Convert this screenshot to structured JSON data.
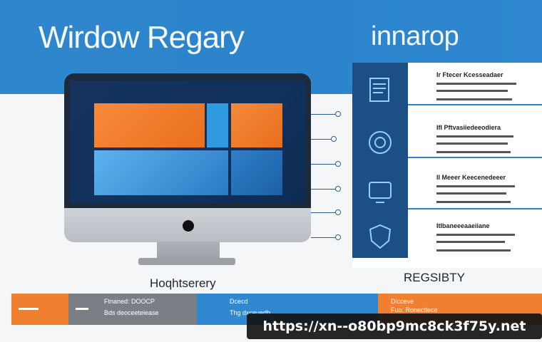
{
  "header": {
    "title": "Wirdow Regary",
    "subtitle": "innarop",
    "color": "#2f86cc"
  },
  "monitor": {
    "label": "Hoqhtserery"
  },
  "panels": [
    {
      "icon": "document-icon",
      "heading": "Ir Ftecer Kcesseadaer"
    },
    {
      "icon": "gear-icon",
      "heading": "IfI Pftvasiiedeeodiera"
    },
    {
      "icon": "monitor-icon",
      "heading": "II Meeer Keecenedeeer"
    },
    {
      "icon": "shield-icon",
      "heading": "Itlbaneeeaaeiiane"
    }
  ],
  "registry": {
    "label": "REGSIBTY"
  },
  "band": {
    "seg1": "Ftnaned: DOOCP",
    "seg1b": "Bds deoceeteiease",
    "seg2": "Dcecd",
    "seg2b": "Thg dxceuedb",
    "seg3": "Dicceve",
    "seg3b": "Fuo: Ronectlece"
  },
  "url": "https://xn--o80bp9mc8ck3f75y.net",
  "colors": {
    "accent_orange": "#f08030",
    "accent_blue": "#2f88d0",
    "navy": "#1b4f86"
  }
}
